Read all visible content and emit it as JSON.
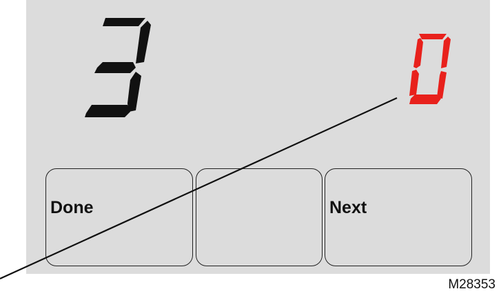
{
  "display": {
    "setting_digit": "3",
    "value_digit": "0",
    "setting_color": "#111111",
    "value_color": "#e8211c",
    "background_color": "#dcdcdc"
  },
  "buttons": {
    "left_label": "Done",
    "middle_label": "",
    "right_label": "Next"
  },
  "figure": {
    "reference_code": "M28353"
  }
}
